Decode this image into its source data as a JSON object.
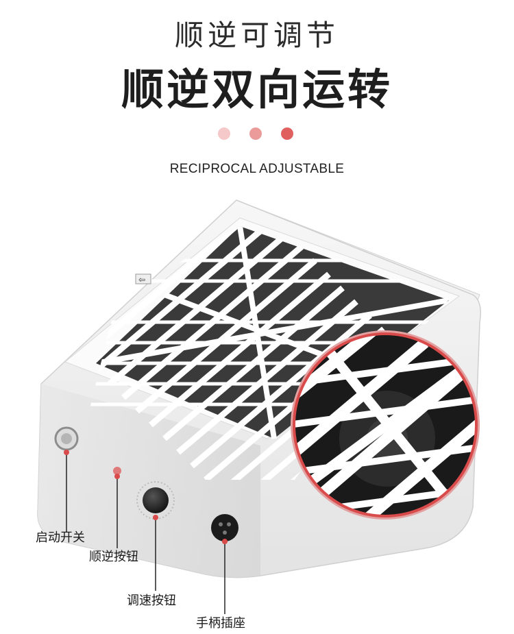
{
  "header": {
    "subtitle": "顺逆可调节",
    "title": "顺逆双向运转",
    "english": "RECIPROCAL ADJUSTABLE"
  },
  "decor_dots": [
    "#f5c9c9",
    "#ec9b9b",
    "#e06060"
  ],
  "accent_color": "#d94a4a",
  "labels": {
    "power_switch": "启动开关",
    "direction_button": "顺逆按钮",
    "speed_knob": "调速按钮",
    "handle_socket": "手柄插座"
  }
}
